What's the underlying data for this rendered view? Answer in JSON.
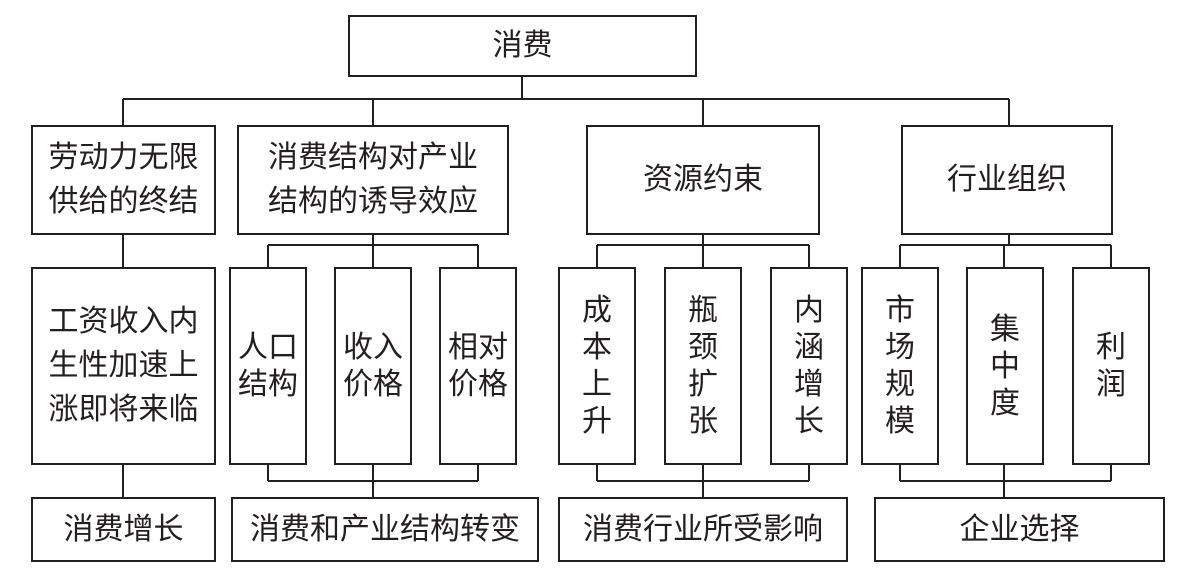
{
  "root": "消费",
  "branches": [
    {
      "title": "劳动力无限\n供给的终结",
      "subs": [
        "工资收入内\n生性加速上\n涨即将来临"
      ],
      "result": "消费增长"
    },
    {
      "title": "消费结构对产业\n结构的诱导效应",
      "subs": [
        "人口结构",
        "收入价格",
        "相对价格"
      ],
      "result": "消费和产业结构转变"
    },
    {
      "title": "资源约束",
      "subs": [
        "成本上升",
        "瓶颈扩张",
        "内涵增长"
      ],
      "result": "消费行业所受影响"
    },
    {
      "title": "行业组织",
      "subs": [
        "市场规模",
        "集中度",
        "利润"
      ],
      "result": "企业选择"
    }
  ]
}
